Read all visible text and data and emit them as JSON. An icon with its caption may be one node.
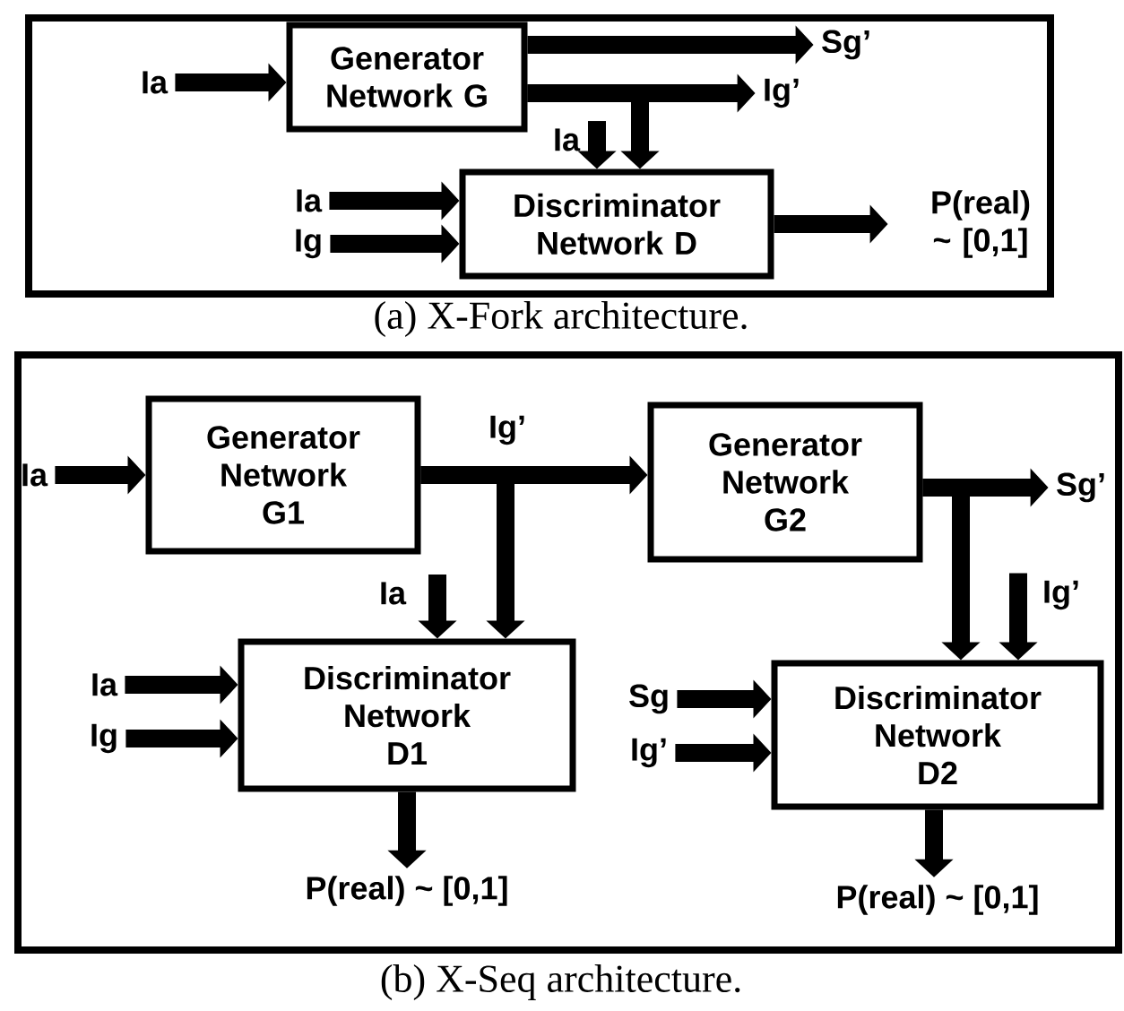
{
  "diagram": {
    "nodes": [
      {
        "text": [],
        "shape": "box",
        "beside": [
          "(a) X-Fork architecture."
        ]
      },
      {
        "text": [
          "Ia"
        ],
        "in": 0
      },
      {
        "text": [
          "Generator Network G"
        ],
        "in": 0
      },
      {
        "text": [
          "Sg’"
        ],
        "in": 0
      },
      {
        "text": [
          "Ig’"
        ],
        "in": 0
      },
      {
        "text": [
          "Ia"
        ],
        "in": 0
      },
      {
        "text": [
          "Ia"
        ],
        "in": 0
      },
      {
        "text": [
          "Ig"
        ],
        "in": 0
      },
      {
        "text": [
          "Discriminator Network D"
        ],
        "in": 0
      },
      {
        "text": [
          "P(real) ~ [0,1]"
        ],
        "in": 0
      },
      {
        "text": [],
        "shape": "box",
        "beside": [
          "(b) X-Seq architecture."
        ]
      },
      {
        "text": [
          "Ia"
        ],
        "in": 10
      },
      {
        "text": [
          "Generator Network G1"
        ],
        "in": 10
      },
      {
        "text": [
          "Generator Network G2"
        ],
        "in": 10
      },
      {
        "text": [
          "Sg’"
        ],
        "in": 10
      },
      {
        "text": [
          "Ia"
        ],
        "in": 10
      },
      {
        "text": [
          "Ia"
        ],
        "in": 10
      },
      {
        "text": [
          "Ig"
        ],
        "in": 10
      },
      {
        "text": [
          "Discriminator Network D1"
        ],
        "in": 10
      },
      {
        "text": [
          "P(real) ~ [0,1]"
        ],
        "in": 10
      },
      {
        "text": [
          "Ig’"
        ],
        "in": 10
      },
      {
        "text": [
          "Sg"
        ],
        "in": 10
      },
      {
        "text": [
          "Ig’"
        ],
        "in": 10
      },
      {
        "text": [
          "Discriminator Network D2"
        ],
        "in": 10
      },
      {
        "text": [
          "P(real) ~ [0,1]"
        ],
        "in": 10
      }
    ],
    "edges": [
      {
        "from": 1,
        "to": 2,
        "arrow": "to"
      },
      {
        "from": 2,
        "to": 3,
        "arrow": "to"
      },
      {
        "from": 2,
        "to": 4,
        "arrow": "to"
      },
      {
        "from": 2,
        "to": 8,
        "arrow": "to"
      },
      {
        "from": 5,
        "to": 8,
        "arrow": "to"
      },
      {
        "from": 6,
        "to": 8,
        "arrow": "to"
      },
      {
        "from": 7,
        "to": 8,
        "arrow": "to"
      },
      {
        "from": 8,
        "to": 9,
        "arrow": "to"
      },
      {
        "from": 11,
        "to": 12,
        "arrow": "to"
      },
      {
        "from": 12,
        "to": 13,
        "arrow": "to",
        "label": "Ig’"
      },
      {
        "from": 12,
        "to": 18,
        "arrow": "to"
      },
      {
        "from": 13,
        "to": 14,
        "arrow": "to"
      },
      {
        "from": 13,
        "to": 23,
        "arrow": "to"
      },
      {
        "from": 20,
        "to": 23,
        "arrow": "to"
      },
      {
        "from": 15,
        "to": 18,
        "arrow": "to"
      },
      {
        "from": 16,
        "to": 18,
        "arrow": "to"
      },
      {
        "from": 17,
        "to": 18,
        "arrow": "to"
      },
      {
        "from": 21,
        "to": 23,
        "arrow": "to"
      },
      {
        "from": 22,
        "to": 23,
        "arrow": "to"
      },
      {
        "from": 18,
        "to": 19,
        "arrow": "to"
      },
      {
        "from": 23,
        "to": 24,
        "arrow": "to"
      }
    ]
  }
}
